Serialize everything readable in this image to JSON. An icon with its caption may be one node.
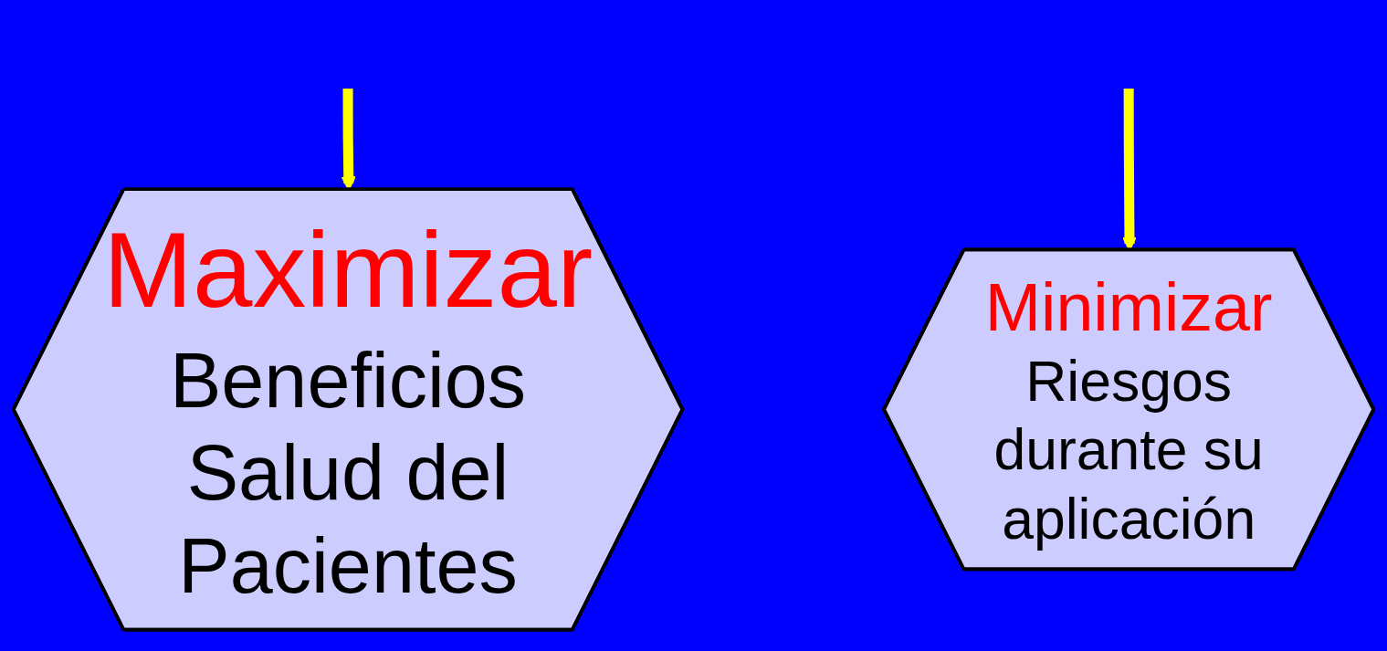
{
  "diagram": {
    "nodes": [
      {
        "text": [
          "Maximizar",
          "Beneficios Salud del Pacientes"
        ]
      },
      {
        "text": [
          "Minimizar",
          "Riesgos durante su aplicación"
        ]
      }
    ],
    "edges": [
      {
        "from": null,
        "to": 0,
        "arrow": "to",
        "color": "#ffff00"
      },
      {
        "from": null,
        "to": 1,
        "arrow": "to",
        "color": "#ffff00"
      }
    ]
  }
}
